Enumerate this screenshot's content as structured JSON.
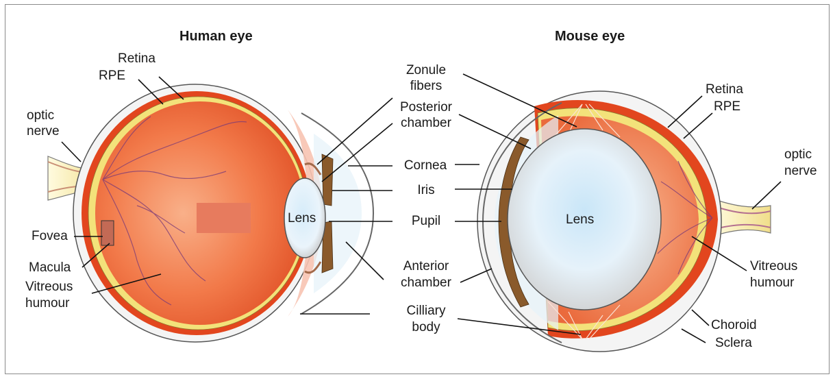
{
  "titles": {
    "human": "Human eye",
    "mouse": "Mouse eye"
  },
  "human_labels": {
    "retina": "Retina",
    "rpe": "RPE",
    "optic_nerve_1": "optic",
    "optic_nerve_2": "nerve",
    "fovea": "Fovea",
    "macula": "Macula",
    "vitreous_1": "Vitreous",
    "vitreous_2": "humour",
    "lens": "Lens"
  },
  "center_labels": {
    "zonule_1": "Zonule",
    "zonule_2": "fibers",
    "posterior_1": "Posterior",
    "posterior_2": "chamber",
    "cornea": "Cornea",
    "iris": "Iris",
    "pupil": "Pupil",
    "anterior_1": "Anterior",
    "anterior_2": "chamber",
    "ciliary_1": "Cilliary",
    "ciliary_2": "body"
  },
  "mouse_labels": {
    "retina": "Retina",
    "rpe": "RPE",
    "optic_nerve_1": "optic",
    "optic_nerve_2": "nerve",
    "lens": "Lens",
    "vitreous_1": "Vitreous",
    "vitreous_2": "humour",
    "choroid": "Choroid",
    "sclera": "Sclera"
  },
  "colors": {
    "sclera": "#f4f4f4",
    "choroid": "#e2461e",
    "rpe": "#f3e27a",
    "vitreous_outer": "#e8502a",
    "vitreous_inner": "#f7a47a",
    "lens_center": "#cfe8f8",
    "iris": "#8a5a2b",
    "nerve": "#f6e9a0",
    "outline": "#444444"
  }
}
